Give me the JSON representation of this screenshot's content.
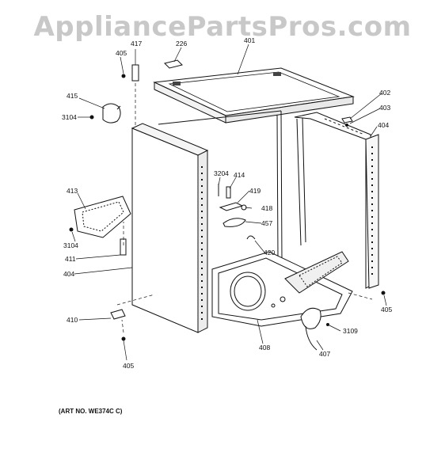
{
  "watermark": "AppliancePartsPros.com",
  "art_number": "(ART NO. WE374C C)",
  "labels": {
    "p405_top": "405",
    "p417": "417",
    "p226": "226",
    "p401": "401",
    "p415": "415",
    "p3104_top": "3104",
    "p402": "402",
    "p403": "403",
    "p404_right": "404",
    "p3204": "3204",
    "p414": "414",
    "p419": "419",
    "p418": "418",
    "p457": "457",
    "p413": "413",
    "p3104_left": "3104",
    "p411": "411",
    "p404_left": "404",
    "p420": "420",
    "p405_right": "405",
    "p410": "410",
    "p3109": "3109",
    "p408": "408",
    "p407": "407",
    "p405_bottom": "405"
  }
}
